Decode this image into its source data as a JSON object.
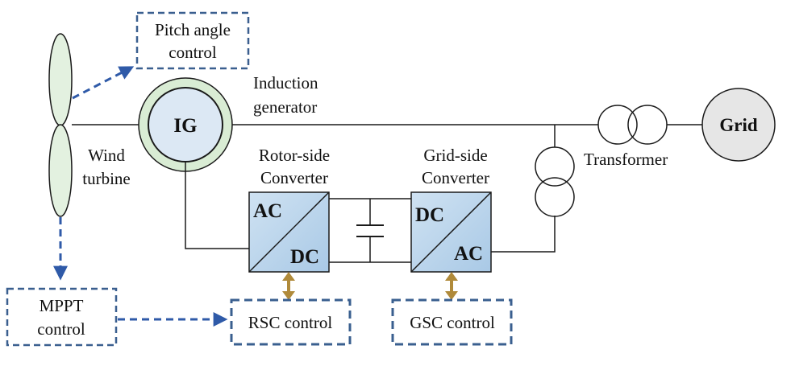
{
  "labels": {
    "pitch_line1": "Pitch angle",
    "pitch_line2": "control",
    "ig": "IG",
    "induction_line1": "Induction",
    "induction_line2": "generator",
    "wind_line1": "Wind",
    "wind_line2": "turbine",
    "rsc_title_line1": "Rotor-side",
    "rsc_title_line2": "Converter",
    "gsc_title_line1": "Grid-side",
    "gsc_title_line2": "Converter",
    "rsc_ac": "AC",
    "rsc_dc": "DC",
    "gsc_dc": "DC",
    "gsc_ac": "AC",
    "transformer": "Transformer",
    "grid": "Grid",
    "mppt_line1": "MPPT",
    "mppt_line2": "control",
    "rsc_control": "RSC control",
    "gsc_control": "GSC control"
  },
  "colors": {
    "line": "#1a1a1a",
    "control_border": "#3a5f8f",
    "arrow": "#2f5aa8",
    "blade_fill": "#e3f1e0",
    "ig_ring": "#d9ecd4",
    "ig_inner": "#dce8f4",
    "converter_fill": "#bcd6ec",
    "grid_fill": "#e6e6e6",
    "bidir_arrow": "#b08a3a"
  }
}
